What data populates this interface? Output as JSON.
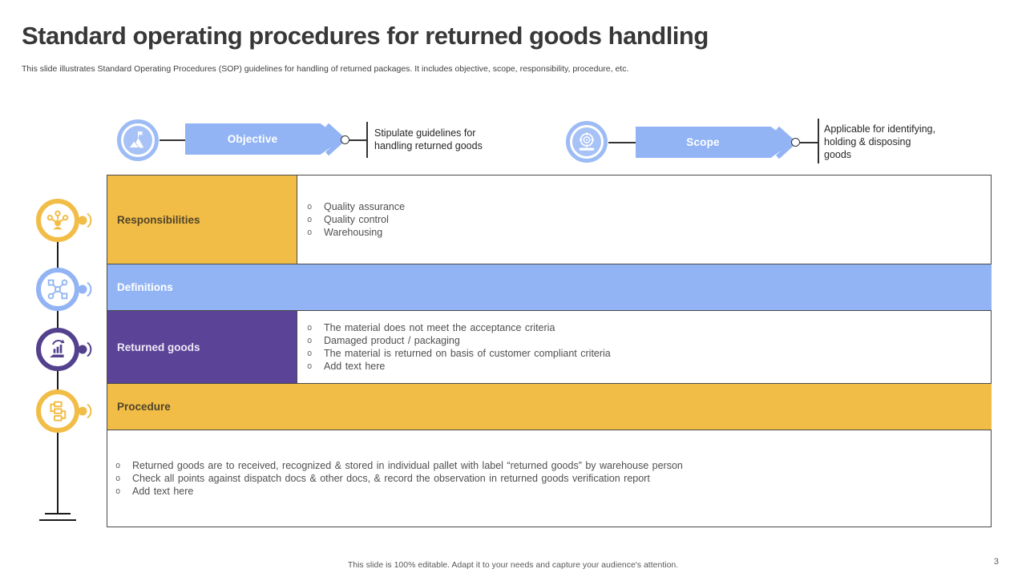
{
  "slide": {
    "title": "Standard operating procedures for returned goods handling",
    "subtitle": "This slide illustrates Standard Operating Procedures (SOP) guidelines for handling of returned packages. It includes objective, scope, responsibility, procedure, etc.",
    "footer": "This slide is 100% editable.  Adapt it to your needs and capture your audience's attention.",
    "page_number": "3"
  },
  "colors": {
    "amber": "#F2BD47",
    "blue": "#92B4F4",
    "purple": "#5B4397",
    "lightblue": "#9DBBF5",
    "iconblue": "#A6C2F6",
    "dark": "#3F3F3F"
  },
  "headers": [
    {
      "label": "Objective",
      "icon": "mountain-flag-icon",
      "description": "Stipulate guidelines for handling  returned goods"
    },
    {
      "label": "Scope",
      "icon": "target-scope-icon",
      "description": "Applicable for identifying,  holding & disposing  goods"
    }
  ],
  "table": {
    "rows": [
      {
        "label": "Responsibilities",
        "color": "amber",
        "icon": "team-responsibility-icon",
        "bullets": [
          "Quality assurance",
          "Quality control",
          "Warehousing"
        ]
      },
      {
        "label": "Definitions",
        "color": "blue",
        "icon": "definitions-network-icon",
        "bullets": []
      },
      {
        "label": "Returned goods",
        "color": "purple",
        "icon": "returned-goods-hand-icon",
        "bullets": [
          "The material does not meet the acceptance criteria",
          "Damaged  product  / packaging",
          "The material is returned  on basis of customer  compliant  criteria",
          "Add text here"
        ]
      },
      {
        "label": "Procedure",
        "color": "amber",
        "icon": "procedure-flowchart-icon",
        "bullets": []
      },
      {
        "label": "",
        "color": "white",
        "bullets": [
          "Returned  goods  are  to received,   recognized  &  stored  in individual   pallet  with label “returned  goods”  by warehouse   person",
          "Check  all points  against  dispatch  docs  & other  docs,  & record  the  observation   in returned   goods  verification   report",
          "Add text here"
        ]
      }
    ]
  }
}
